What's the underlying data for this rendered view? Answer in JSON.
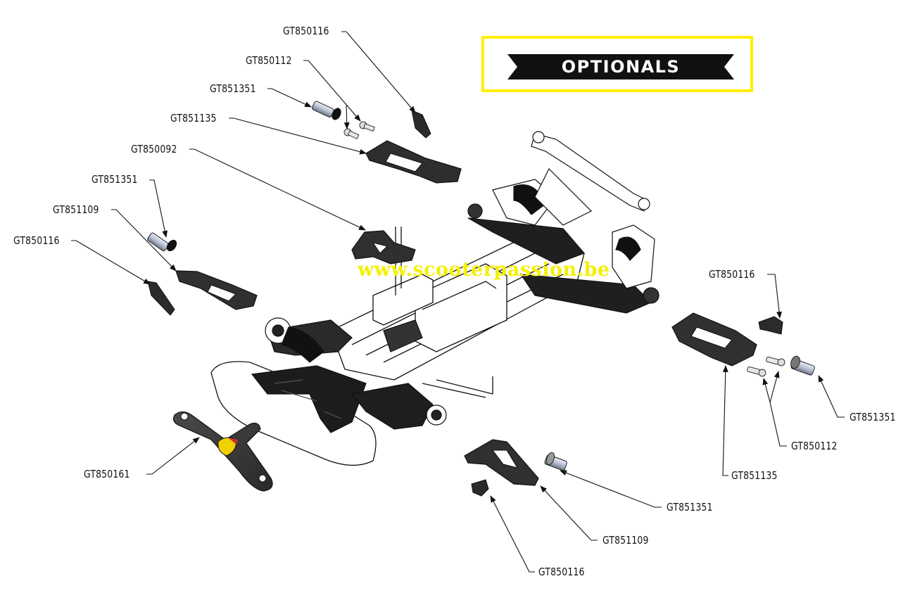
{
  "title_banner": {
    "text": "OPTIONALS",
    "frame_color": "#ffee00",
    "ribbon_color": "#111111",
    "text_color": "#ffffff"
  },
  "watermark": {
    "text": "www.scooterpassion.be",
    "color": "#f5f000"
  },
  "callouts": [
    {
      "id": "c1",
      "label": "GT850116",
      "part": "rear-arm-insert"
    },
    {
      "id": "c2",
      "label": "GT850112",
      "part": "ball-stud-pair"
    },
    {
      "id": "c3",
      "label": "GT851351",
      "part": "hinge-pin-bushing"
    },
    {
      "id": "c4",
      "label": "GT851135",
      "part": "rear-lower-arm"
    },
    {
      "id": "c5",
      "label": "GT850092",
      "part": "front-shock-tower-brace"
    },
    {
      "id": "c6",
      "label": "GT851351",
      "part": "hinge-pin-bushing"
    },
    {
      "id": "c7",
      "label": "GT851109",
      "part": "front-lower-arm"
    },
    {
      "id": "c8",
      "label": "GT850116",
      "part": "arm-insert"
    },
    {
      "id": "c9",
      "label": "GT850116",
      "part": "arm-insert"
    },
    {
      "id": "c10",
      "label": "GT851351",
      "part": "hinge-pin-bushing"
    },
    {
      "id": "c11",
      "label": "GT850112",
      "part": "ball-stud-pair"
    },
    {
      "id": "c12",
      "label": "GT851135",
      "part": "rear-lower-arm"
    },
    {
      "id": "c13",
      "label": "GT850161",
      "part": "front-bumper-plate"
    },
    {
      "id": "c14",
      "label": "GT851351",
      "part": "hinge-pin-bushing"
    },
    {
      "id": "c15",
      "label": "GT851109",
      "part": "front-lower-arm"
    },
    {
      "id": "c16",
      "label": "GT850116",
      "part": "arm-insert"
    }
  ]
}
